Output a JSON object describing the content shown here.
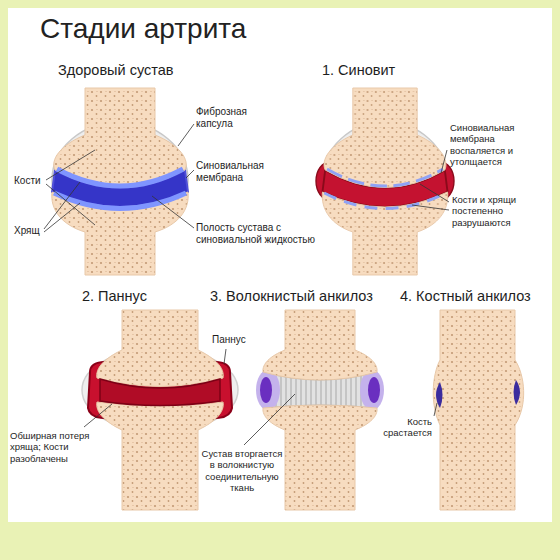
{
  "diagram": {
    "title": "Стадии артрита",
    "labels": [
      "Здоровый сустав",
      "1. Синовит",
      "Фиброзная капсула",
      "Синовиальная мембрана",
      "Кости",
      "Синовиальная мембрана воспаляется и утолщается",
      "Хрящ",
      "Полость сустава с синовиальной жидкостью",
      "Кости и хрящи постепенно разрушаются",
      "2. Паннус",
      "3. Волокнистый анкилоз",
      "4. Костный анкилоз",
      "Паннус",
      "Кость срастается",
      "Обширная потеря хряща; Кости разоблачены",
      "Сустав вторгается в волокнистую соединительную ткань"
    ]
  }
}
